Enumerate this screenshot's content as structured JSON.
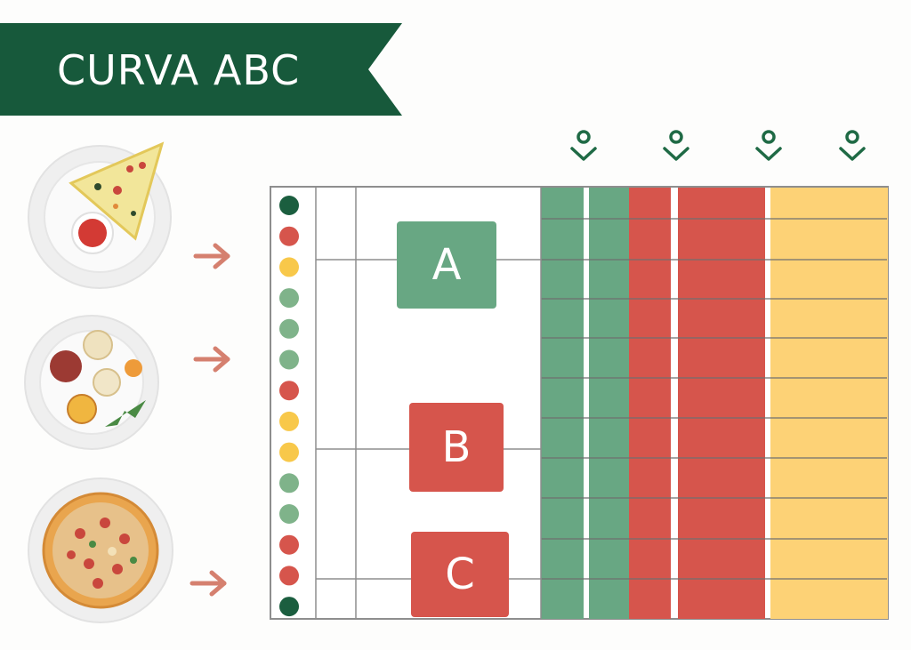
{
  "banner": {
    "title": "CURVA ABC",
    "color": "#17593b"
  },
  "categories": [
    {
      "label": "A",
      "color": "#68a783"
    },
    {
      "label": "B",
      "color": "#d6554c"
    },
    {
      "label": "C",
      "color": "#d6554c"
    }
  ],
  "item_dots": [
    "#1b5e3f",
    "#d6554c",
    "#f8c84a",
    "#7fb38a",
    "#7fb38a",
    "#7fb38a",
    "#d6554c",
    "#f8c84a",
    "#f8c84a",
    "#7fb38a",
    "#7fb38a",
    "#d6554c",
    "#d6554c",
    "#1b5e3f"
  ],
  "column_colors": [
    "#68a783",
    "#68a783",
    "#d6554c",
    "#d6554c",
    "#fdd276"
  ],
  "marker_icon": "location-pin-chevron-icon",
  "marker_color": "#1f6a45",
  "plate_icons": [
    "pizza-slice-plate-icon",
    "mixed-dishes-plate-icon",
    "whole-pizza-plate-icon"
  ],
  "arrow_color": "#d5806f"
}
